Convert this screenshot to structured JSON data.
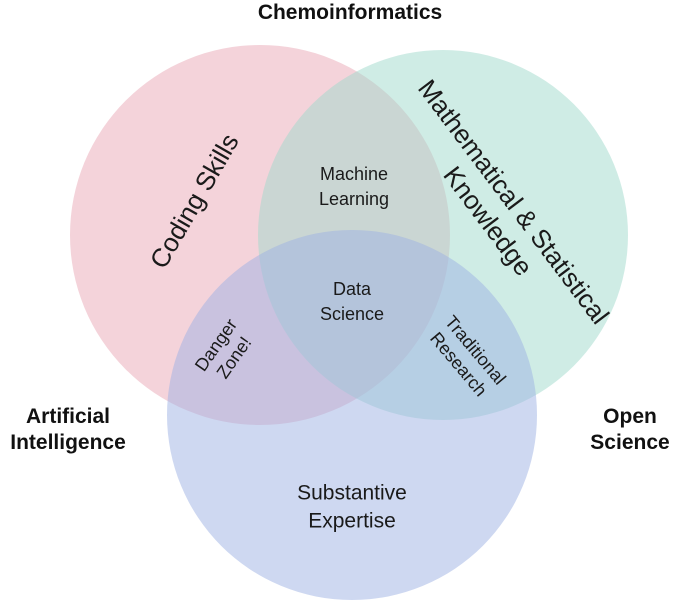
{
  "outer_labels": {
    "top": "Chemoinformatics",
    "left_line1": "Artificial",
    "left_line2": "Intelligence",
    "right_line1": "Open",
    "right_line2": "Science"
  },
  "circles": {
    "coding": {
      "label": "Coding Skills",
      "color": "#eaa8b6"
    },
    "math": {
      "label_line1": "Mathematical & Statistical",
      "label_line2": "Knowledge",
      "color": "#9fd9cb"
    },
    "expertise": {
      "label_line1": "Substantive",
      "label_line2": "Expertise",
      "color": "#9db1e3"
    }
  },
  "overlaps": {
    "machine_learning": {
      "line1": "Machine",
      "line2": "Learning"
    },
    "data_science": {
      "line1": "Data",
      "line2": "Science"
    },
    "danger_zone": {
      "line1": "Danger",
      "line2": "Zone!"
    },
    "traditional_research": {
      "line1": "Traditional",
      "line2": "Research"
    }
  }
}
